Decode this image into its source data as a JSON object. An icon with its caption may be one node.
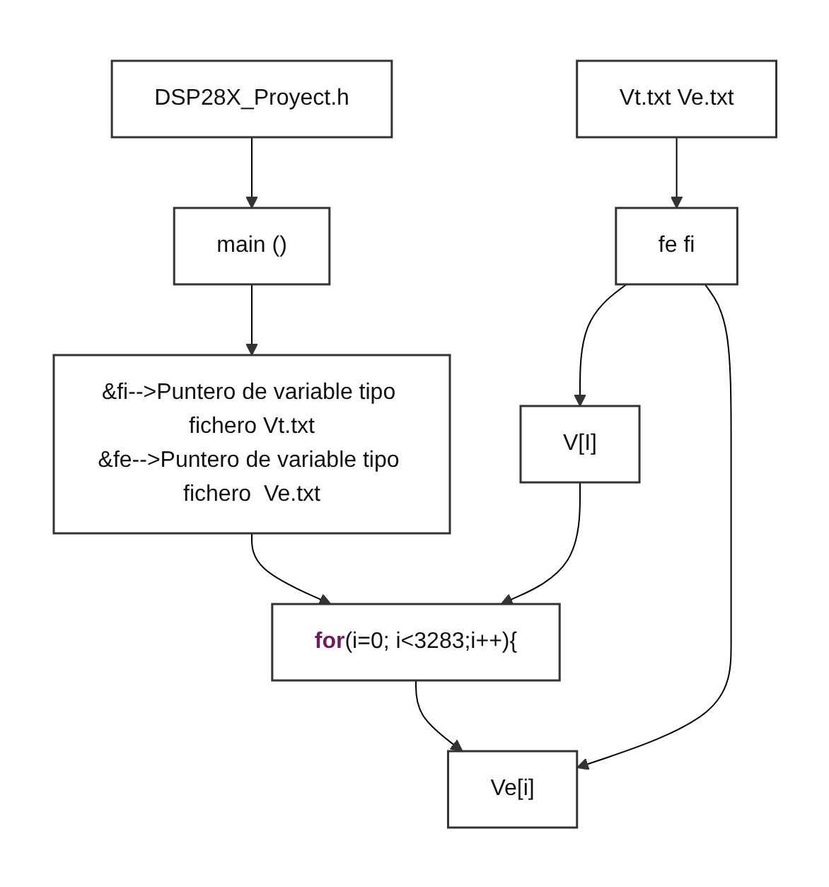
{
  "diagram": {
    "nodes": [
      {
        "text": [
          "DSP28X_Proyect.h"
        ]
      },
      {
        "text": [
          "main ()"
        ]
      },
      {
        "text": [
          "&fi-->Puntero de variable tipo fichero Vt.txt",
          "&fe-->Puntero de variable tipo fichero  Ve.txt"
        ]
      },
      {
        "text": [
          "**for**(i=0; i<3283;i++){"
        ]
      },
      {
        "text": [
          "Ve[i]"
        ]
      },
      {
        "text": [
          "V[I]"
        ]
      },
      {
        "text": [
          "fe fi"
        ]
      },
      {
        "text": [
          "Vt.txt Ve.txt"
        ]
      }
    ],
    "edges": [
      {
        "from": 0,
        "to": 1,
        "arrow": "to"
      },
      {
        "from": 1,
        "to": 2,
        "arrow": "to"
      },
      {
        "from": 2,
        "to": 3,
        "arrow": "to"
      },
      {
        "from": 3,
        "to": 4,
        "arrow": "to"
      },
      {
        "from": 5,
        "to": 3,
        "arrow": "to"
      },
      {
        "from": 7,
        "to": 6,
        "arrow": "to"
      },
      {
        "from": 6,
        "to": 4,
        "arrow": "to"
      },
      {
        "from": 6,
        "to": 5,
        "arrow": "to"
      }
    ]
  }
}
